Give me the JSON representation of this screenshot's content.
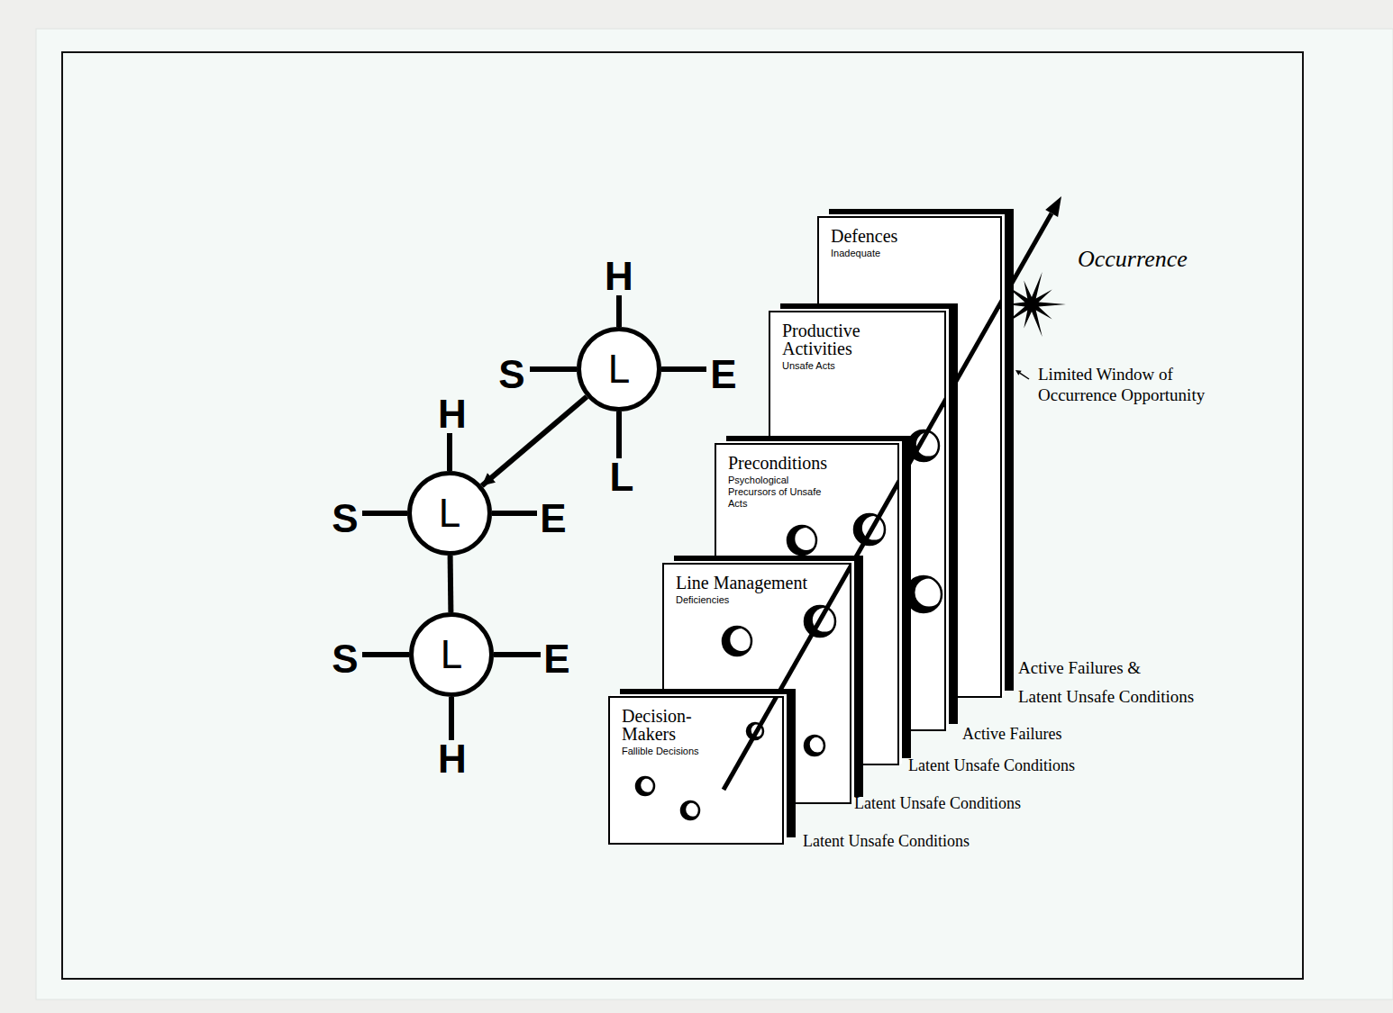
{
  "diagram": {
    "nodes": [
      {
        "text": [
          "L"
        ]
      },
      {
        "text": [
          "L"
        ]
      },
      {
        "text": [
          "L"
        ]
      },
      {
        "text": [
          "Defences",
          "Inadequate"
        ]
      },
      {
        "text": [
          "Productive Activities",
          "Unsafe Acts"
        ]
      },
      {
        "text": [
          "Preconditions",
          "Psychological Precursors of Unsafe Acts"
        ]
      },
      {
        "text": [
          "Line Management",
          "Deficiencies"
        ]
      },
      {
        "text": [
          "Decision-Makers",
          "Fallible Decisions"
        ]
      }
    ],
    "edges": [
      {
        "from": 0,
        "to": 1,
        "arrow": "to"
      },
      {
        "from": 1,
        "to": 2,
        "arrow": "none"
      }
    ],
    "labels": [
      "H",
      "S",
      "E",
      "L",
      "H",
      "S",
      "E",
      "S",
      "E",
      "H",
      "Occurrence",
      "Limited Window of Occurrence Opportunity",
      "Active Failures & Latent Unsafe Conditions",
      "Active Failures",
      "Latent Unsafe Conditions",
      "Latent Unsafe Conditions",
      "Latent Unsafe Conditions"
    ]
  }
}
